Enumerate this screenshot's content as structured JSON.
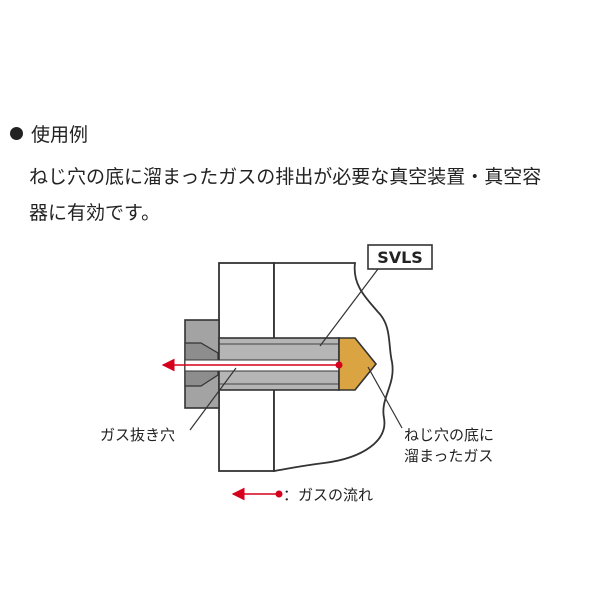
{
  "heading": "使用例",
  "description": [
    "ねじ穴の底に溜まったガスの排出が必要な真空装置・真空容",
    "器に有効です。"
  ],
  "diagram": {
    "product_label": "SVLS",
    "vent_label": "ガス抜き穴",
    "trapped_gas_label": [
      "ねじ穴の底に",
      "溜まったガス"
    ],
    "legend_label": "：ガスの流れ"
  },
  "colors": {
    "text": "#222222",
    "flow_arrow": "#d6001c",
    "screw_body": "#b5b5b5",
    "screw_head": "#a3a3a3",
    "gas": "#d9a441"
  }
}
